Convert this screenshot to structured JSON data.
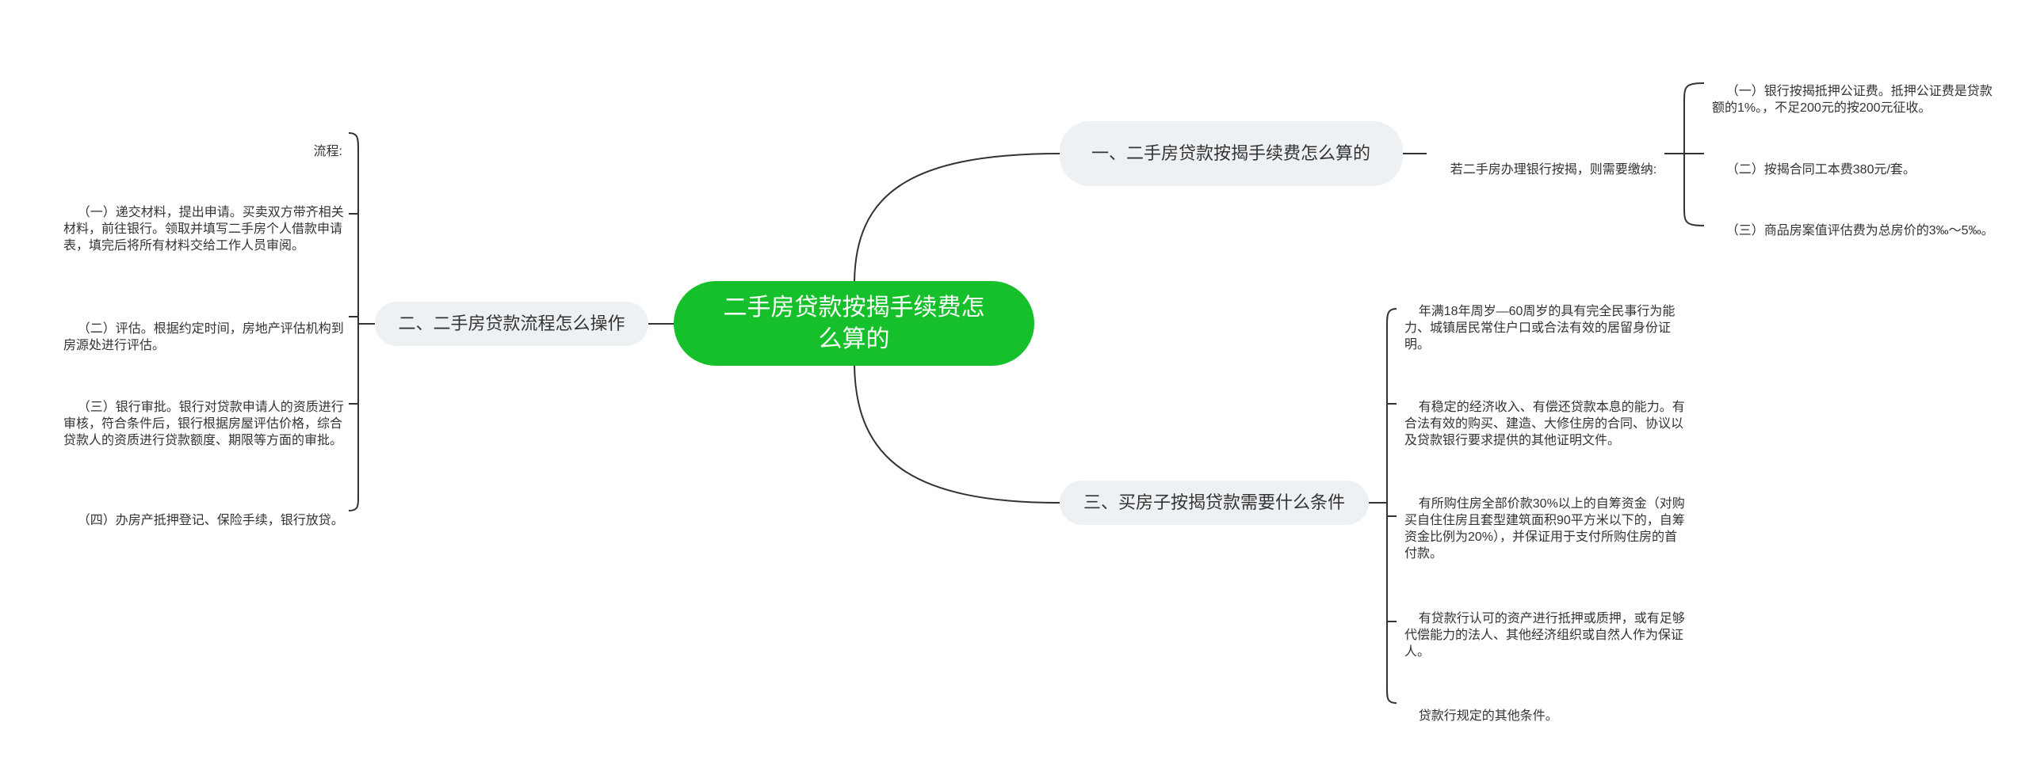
{
  "root": {
    "label": "二手房贷款按揭手续费怎么算的"
  },
  "branch1": {
    "label": "一、二手房贷款按揭手续费怎么算的",
    "sub": "若二手房办理银行按揭，则需要缴纳:",
    "items": [
      "（一）银行按揭抵押公证费。抵押公证费是贷款额的1%。，不足200元的按200元征收。",
      "（二）按揭合同工本费380元/套。",
      "（三）商品房案值评估费为总房价的3‰～5‰。"
    ]
  },
  "branch2": {
    "label": "二、二手房贷款流程怎么操作",
    "items": [
      "流程:",
      "（一）递交材料，提出申请。买卖双方带齐相关材料，前往银行。领取并填写二手房个人借款申请表，填完后将所有材料交给工作人员审阅。",
      "（二）评估。根据约定时间，房地产评估机构到房源处进行评估。",
      "（三）银行审批。银行对贷款申请人的资质进行审核，符合条件后，银行根据房屋评估价格，综合贷款人的资质进行贷款额度、期限等方面的审批。",
      "（四）办房产抵押登记、保险手续，银行放贷。"
    ]
  },
  "branch3": {
    "label": "三、买房子按揭贷款需要什么条件",
    "items": [
      "年满18年周岁—60周岁的具有完全民事行为能力、城镇居民常住户口或合法有效的居留身份证明。",
      "有稳定的经济收入、有偿还贷款本息的能力。有合法有效的购买、建造、大修住房的合同、协议以及贷款银行要求提供的其他证明文件。",
      "有所购住房全部价款30%以上的自筹资金（对购买自住住房且套型建筑面积90平方米以下的，自筹资金比例为20%），并保证用于支付所购住房的首付款。",
      "有贷款行认可的资产进行抵押或质押，或有足够代偿能力的法人、其他经济组织或自然人作为保证人。",
      "贷款行规定的其他条件。"
    ]
  },
  "colors": {
    "root": "#16c02a",
    "branch_bg": "#eef1f4",
    "line": "#333333"
  }
}
